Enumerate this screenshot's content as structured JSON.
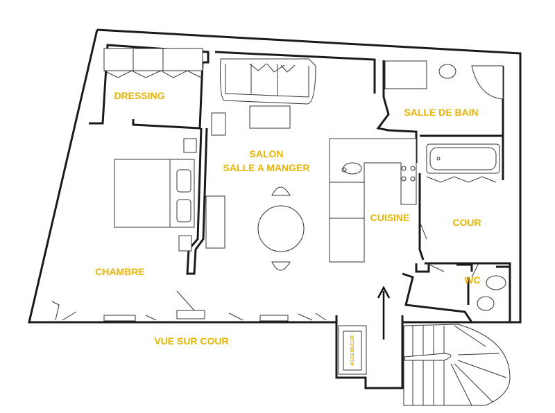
{
  "colors": {
    "label": "#e8b400",
    "wall": "#1a1a1a",
    "furniture": "#333333"
  },
  "rooms": {
    "dressing": "DRESSING",
    "salle_de_bain": "SALLE DE BAIN",
    "salon": "SALON",
    "salle_a_manger": "SALLE A MANGER",
    "cuisine": "CUISINE",
    "cour": "COUR",
    "chambre": "CHAMBRE",
    "wc": "WC",
    "ascenseur": "ASCENSEUR"
  },
  "exterior": {
    "vue_sur_cour": "VUE SUR COUR"
  },
  "icons": [
    "entrance-arrow-icon",
    "door-swing-icon",
    "window-icon"
  ]
}
